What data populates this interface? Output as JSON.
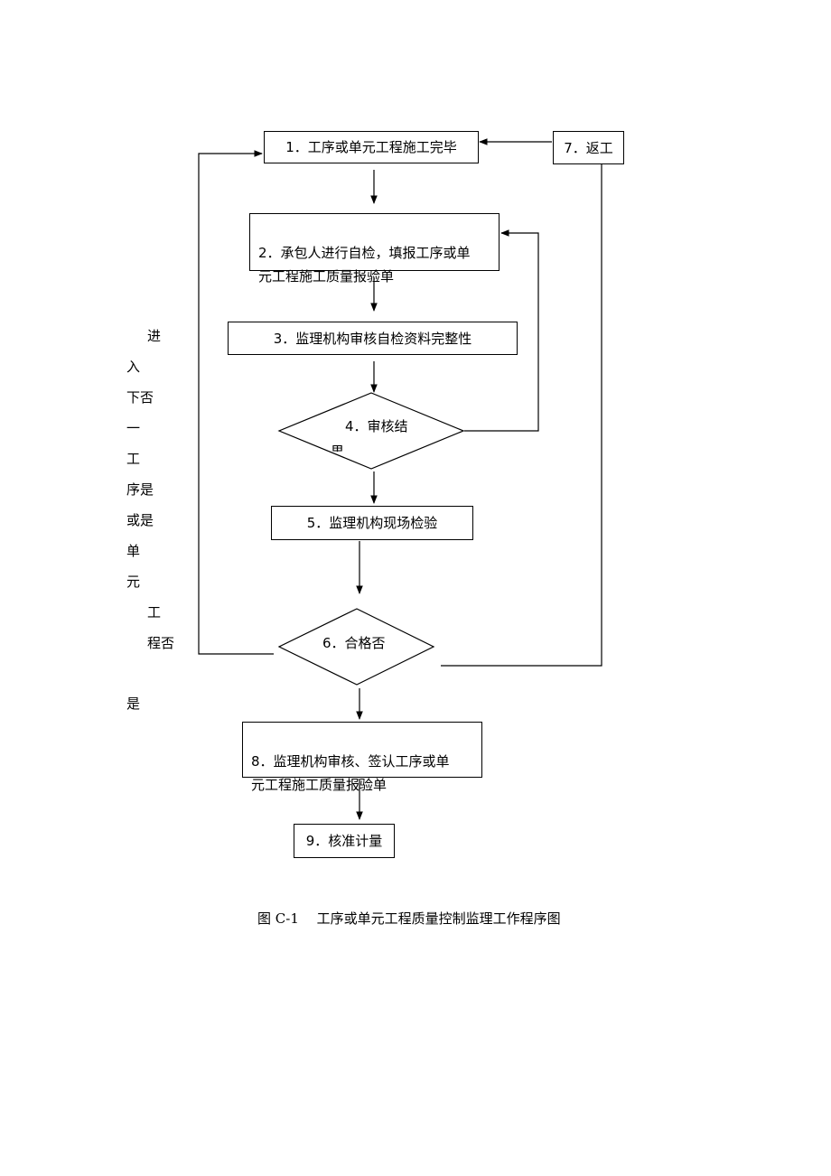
{
  "steps": {
    "s1": "1．工序或单元工程施工完毕",
    "s2": "2．承包人进行自检，填报工序或单\n元工程施工质量报验单",
    "s3": "3．监理机构审核自检资料完整性",
    "s4": "4．审核结",
    "s4_tail": "果",
    "s5": "5．监理机构现场检验",
    "s6": "6．合格否",
    "s7": "7．返工",
    "s8": "8．监理机构审核、签认工序或单\n元工程施工质量报验单",
    "s9": "9．核准计量"
  },
  "side_labels": {
    "l1": "进",
    "l2": "入",
    "l3": "下否",
    "l4": "一",
    "l5": "工",
    "l6": "序是",
    "l7": "或是",
    "l8": "单",
    "l9": "元",
    "l10": "工",
    "l11": "程否",
    "l12": "是"
  },
  "caption": "图 C-1　 工序或单元工程质量控制监理工作程序图"
}
